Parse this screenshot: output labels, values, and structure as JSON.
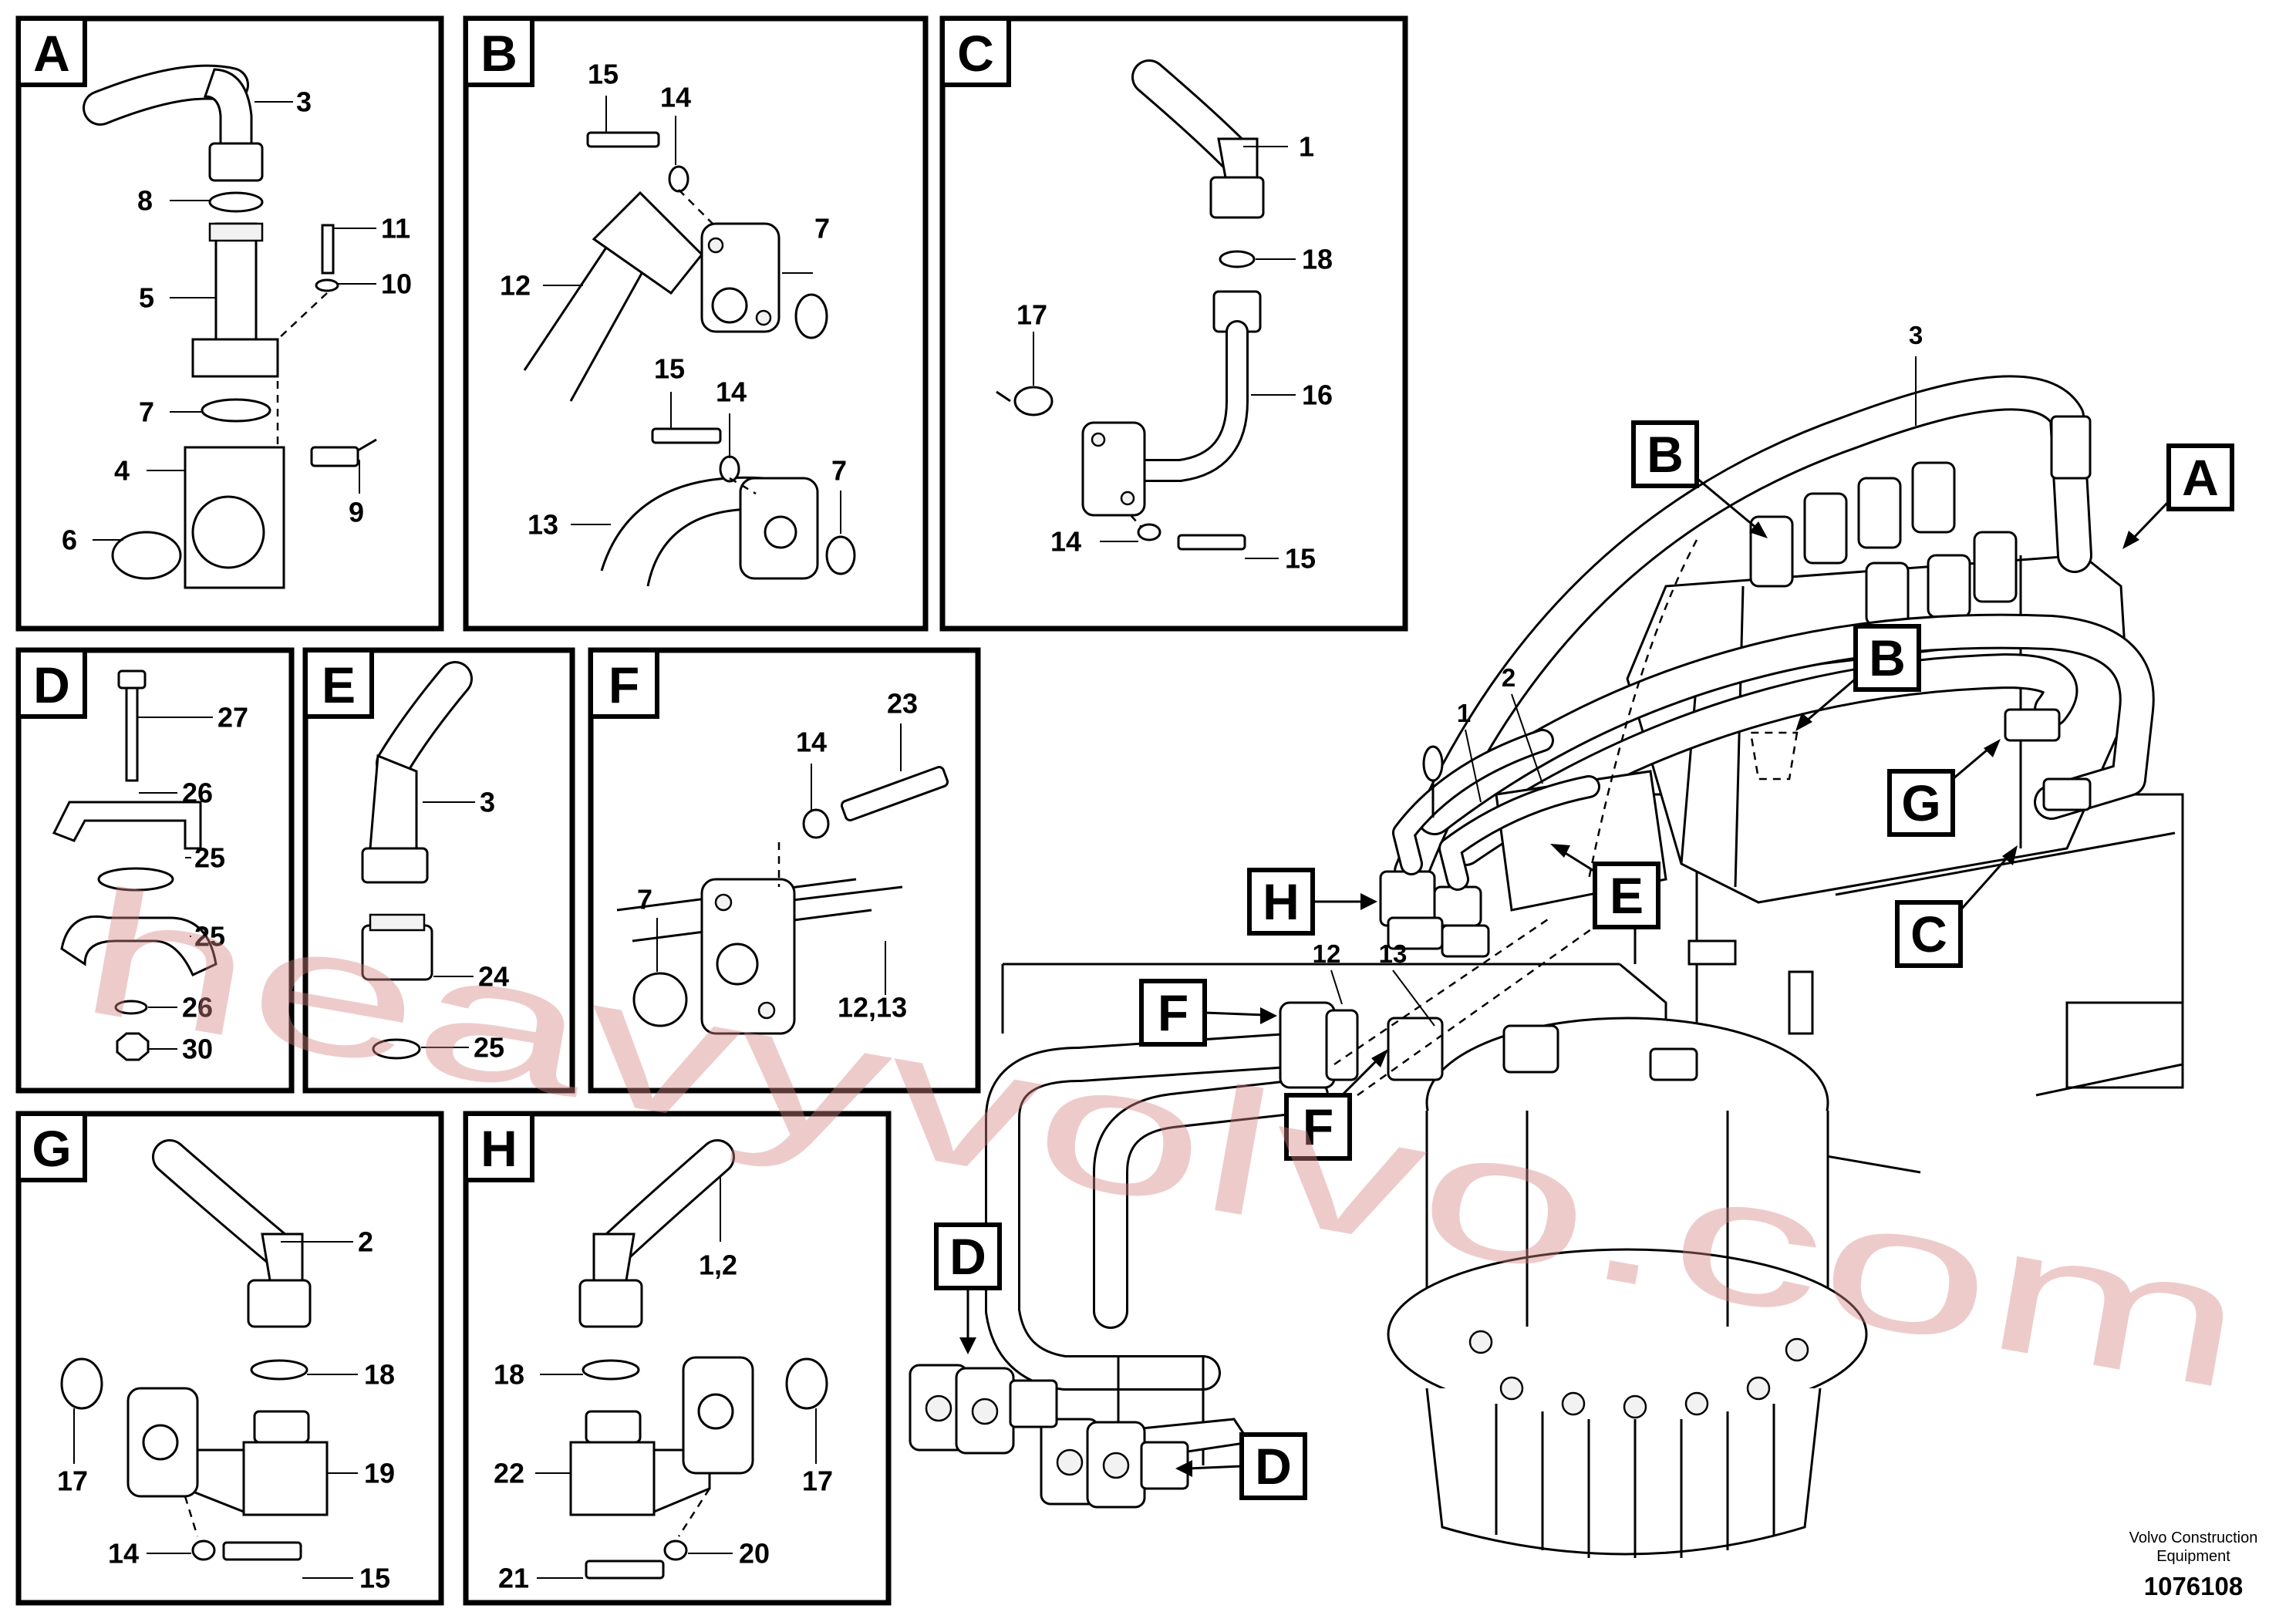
{
  "panels": [
    {
      "tag": "A",
      "labels": [
        "3",
        "8",
        "11",
        "10",
        "5",
        "7",
        "9",
        "4",
        "6"
      ]
    },
    {
      "tag": "B",
      "labels": [
        "15",
        "14",
        "7",
        "12",
        "15",
        "14",
        "7",
        "13"
      ]
    },
    {
      "tag": "C",
      "labels": [
        "1",
        "18",
        "17",
        "16",
        "14",
        "15"
      ]
    },
    {
      "tag": "D",
      "labels": [
        "27",
        "26",
        "25",
        "25",
        "26",
        "30"
      ]
    },
    {
      "tag": "E",
      "labels": [
        "3",
        "24",
        "25"
      ]
    },
    {
      "tag": "F",
      "labels": [
        "23",
        "14",
        "7",
        "12,13"
      ]
    },
    {
      "tag": "G",
      "labels": [
        "2",
        "18",
        "19",
        "17",
        "14",
        "15"
      ]
    },
    {
      "tag": "H",
      "labels": [
        "1,2",
        "18",
        "22",
        "17",
        "21",
        "20"
      ]
    }
  ],
  "main_view": {
    "callouts": [
      "B",
      "A",
      "B",
      "G",
      "E",
      "H",
      "C",
      "F",
      "F",
      "D",
      "D"
    ],
    "labels": [
      "3",
      "2",
      "1",
      "12",
      "13"
    ]
  },
  "footer": {
    "company_line1": "Volvo Construction",
    "company_line2": "Equipment",
    "drawing_number": "1076108"
  },
  "watermark": {
    "text": "heavyvolvo.com",
    "color": "#d68282"
  }
}
